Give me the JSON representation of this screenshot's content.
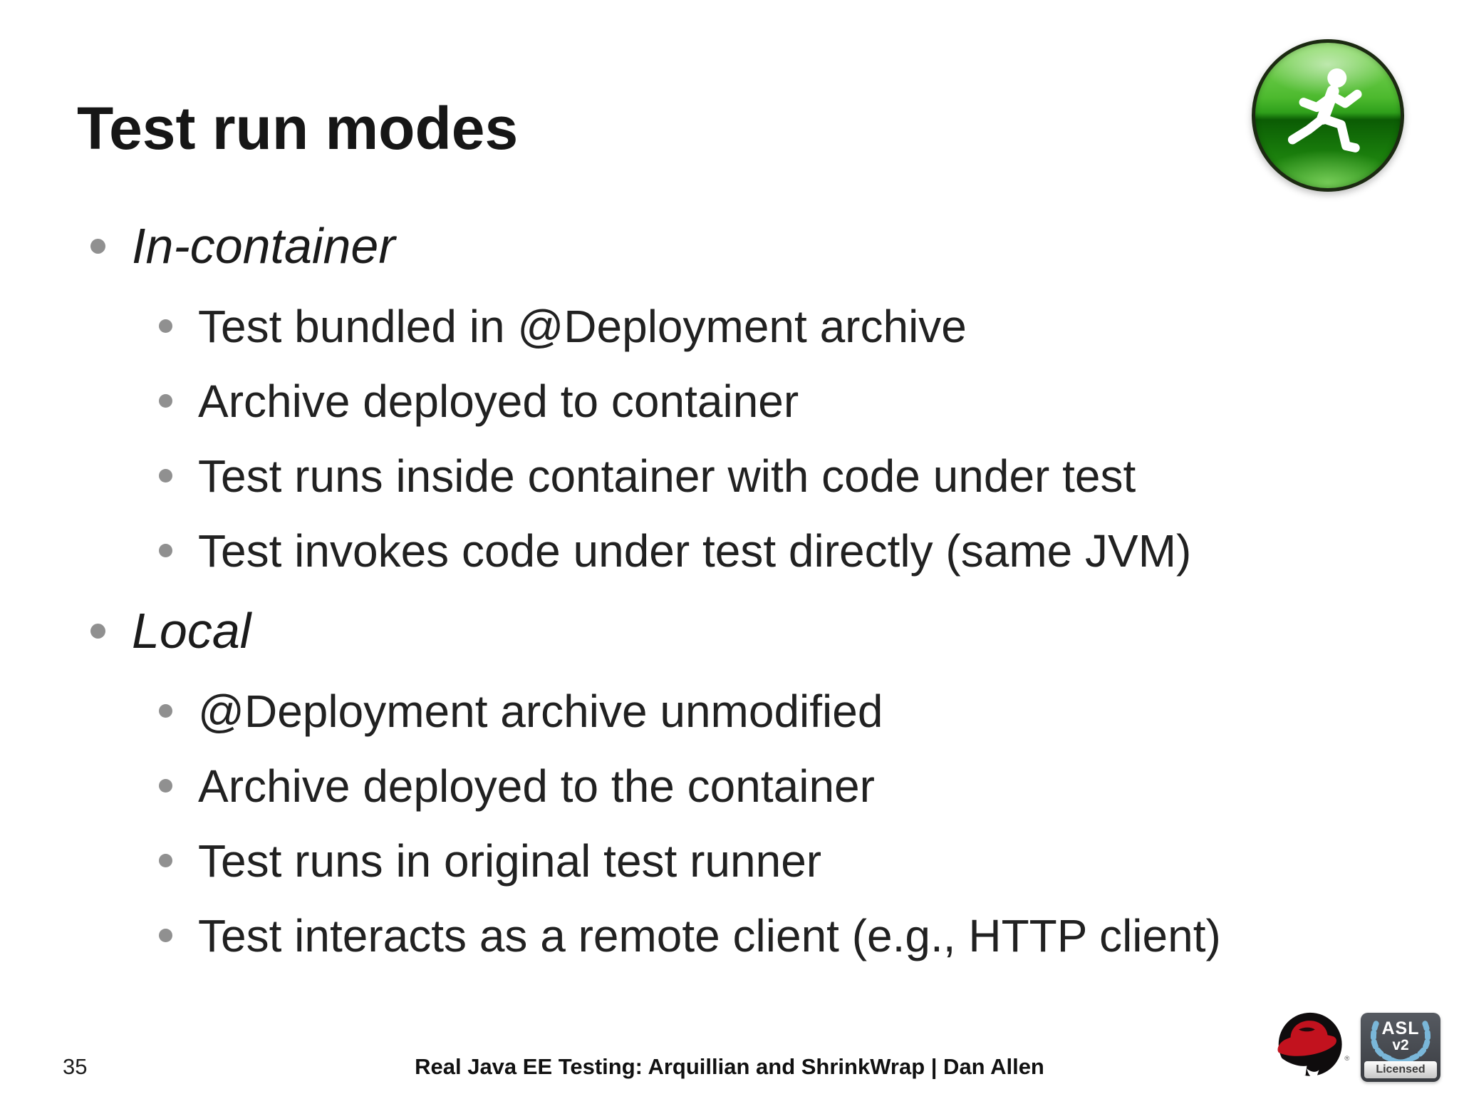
{
  "slide": {
    "title": "Test run modes",
    "page_number": "35",
    "footer": "Real Java EE Testing: Arquillian and ShrinkWrap | Dan Allen"
  },
  "list": {
    "items": [
      {
        "level": 1,
        "text": "In-container"
      },
      {
        "level": 2,
        "text": "Test bundled in @Deployment archive"
      },
      {
        "level": 2,
        "text": "Archive deployed to container"
      },
      {
        "level": 2,
        "text": "Test runs inside container with code under test"
      },
      {
        "level": 2,
        "text": "Test invokes code under test directly (same JVM)"
      },
      {
        "level": 1,
        "text": "Local"
      },
      {
        "level": 2,
        "text": "@Deployment archive unmodified"
      },
      {
        "level": 2,
        "text": "Archive deployed to the container"
      },
      {
        "level": 2,
        "text": "Test runs in original test runner"
      },
      {
        "level": 2,
        "text": "Test interacts as a remote client (e.g., HTTP client)"
      }
    ]
  },
  "badges": {
    "asl": {
      "line1": "ASL",
      "line2": "v2",
      "label": "Licensed"
    },
    "redhat": {
      "registered_mark": "®"
    }
  },
  "icons": {
    "runner": "runner-icon",
    "redhat": "redhat-logo",
    "laurel": "laurel-wreath-icon",
    "bullet": "bullet-icon"
  },
  "colors": {
    "background": "#ffffff",
    "text": "#1e1e1e",
    "bullet_gray": "#909090",
    "runner_green": "#2fa01b",
    "redhat_red": "#c2121e",
    "laurel_blue": "#7ab7d9",
    "badge_dark": "#3d4146",
    "licensed_bar": "#d9d9d9"
  }
}
